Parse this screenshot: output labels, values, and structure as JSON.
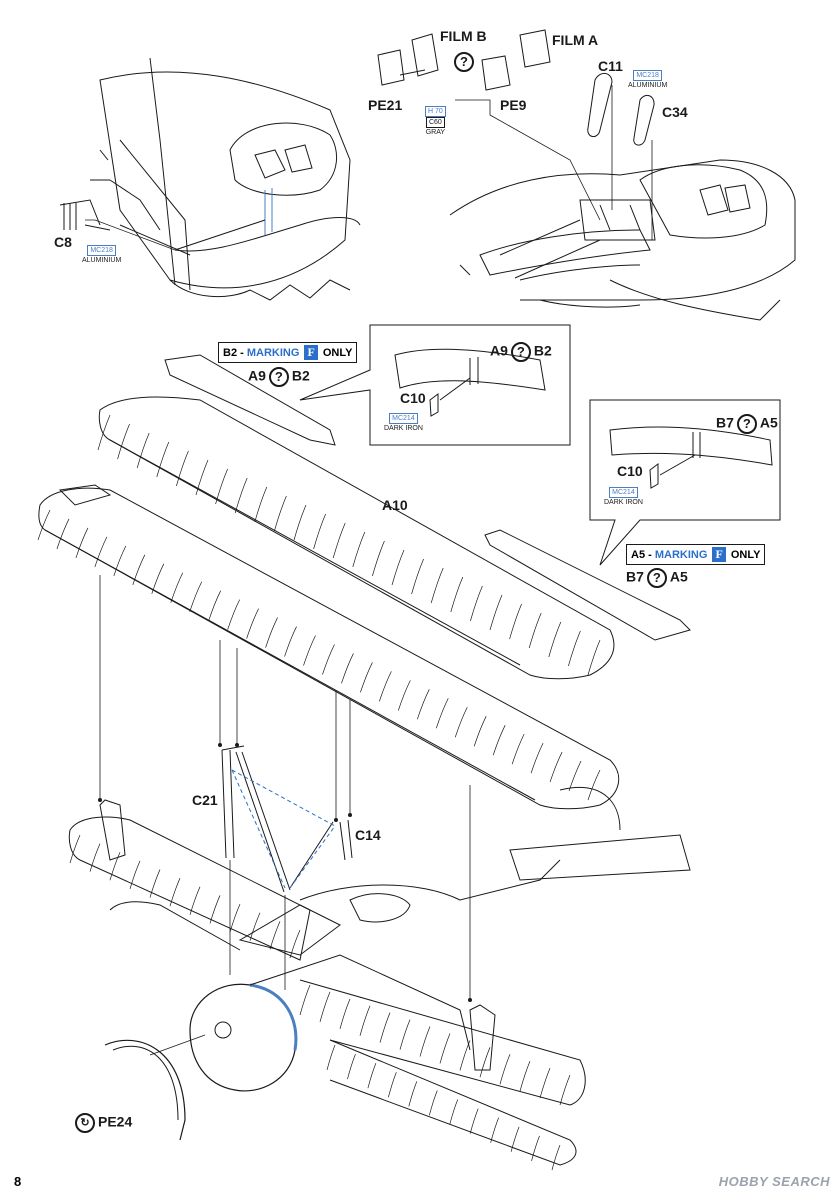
{
  "labels": {
    "film_b": "FILM B",
    "film_a": "FILM A",
    "pe21": "PE21",
    "pe9": "PE9",
    "c11": "C11",
    "c34": "C34",
    "c8": "C8",
    "a9_b2_top": "A9",
    "b2_top": "B2",
    "a9_inset": "A9",
    "b2_inset": "B2",
    "c10_left": "C10",
    "b7_inset": "B7",
    "a5_inset": "A5",
    "c10_right": "C10",
    "a10": "A10",
    "b7_bottom": "B7",
    "a5_bottom": "A5",
    "c21": "C21",
    "c14": "C14",
    "pe24": "PE24",
    "question": "?"
  },
  "paints": {
    "mc218_a": {
      "code": "MC218",
      "name": "ALUMINIUM"
    },
    "mc218_b": {
      "code": "MC218",
      "name": "ALUMINIUM"
    },
    "h70": {
      "code": "H 70",
      "code2": "C60",
      "name": "GRAY"
    },
    "mc214_a": {
      "code": "MC214",
      "name": "DARK IRON"
    },
    "mc214_b": {
      "code": "MC214",
      "name": "DARK IRON"
    }
  },
  "markings": {
    "b2": {
      "prefix": "B2 -",
      "word": "MARKING",
      "letter": "F",
      "suffix": "ONLY"
    },
    "a5": {
      "prefix": "A5 -",
      "word": "MARKING",
      "letter": "F",
      "suffix": "ONLY"
    }
  },
  "page_number": "8",
  "watermark": "HOBBY SEARCH",
  "colors": {
    "ink": "#1a1a1a",
    "accent": "#2a6fc9"
  }
}
